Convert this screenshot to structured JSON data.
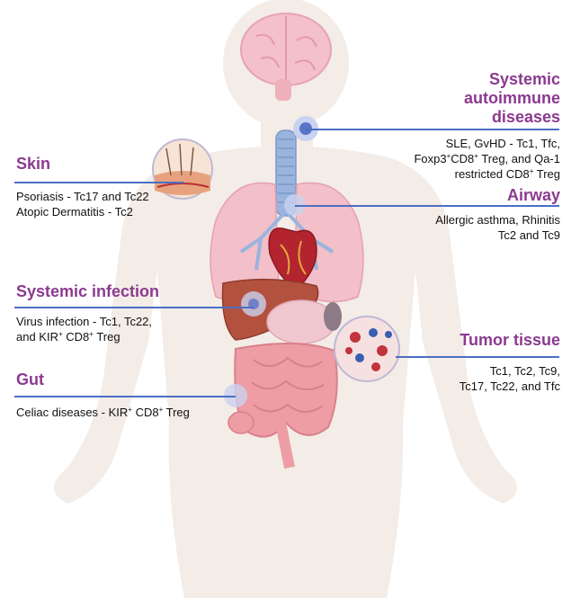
{
  "labels": {
    "skin": {
      "title": "Skin",
      "lines": [
        "Psoriasis - Tc17 and  Tc22",
        "Atopic Dermatitis - Tc2"
      ]
    },
    "systemic_infection": {
      "title": "Systemic infection",
      "lines": [
        "Virus infection - Tc1, Tc22,",
        "and KIR",
        "+",
        " CD8",
        "+",
        " Treg"
      ]
    },
    "gut": {
      "title": "Gut",
      "lines": [
        "Celiac diseases - KIR",
        "+",
        " CD8",
        "+",
        " Treg"
      ]
    },
    "systemic_autoimmune": {
      "title_lines": [
        "Systemic",
        "autoimmune",
        "diseases"
      ],
      "lines": [
        "SLE, GvHD - Tc1, Tfc,",
        "Foxp3",
        "+",
        "CD8",
        "+",
        " Treg, and Qa-1",
        "restricted CD8",
        "+",
        " Treg"
      ]
    },
    "airway": {
      "title": "Airway",
      "lines": [
        "Allergic asthma, Rhinitis",
        "Tc2 and Tc9"
      ]
    },
    "tumor_tissue": {
      "title": "Tumor tissue",
      "lines": [
        "Tc1, Tc2, Tc9,",
        "Tc17, Tc22, and Tfc"
      ]
    }
  },
  "colors": {
    "title": "#8b3a8f",
    "connector": "#4a6fc4",
    "body": "#f2ebe6",
    "lung": "#f0b9c2",
    "airway": "#9ab4de",
    "liver": "#b3513f",
    "intestine": "#ec9aa0"
  }
}
